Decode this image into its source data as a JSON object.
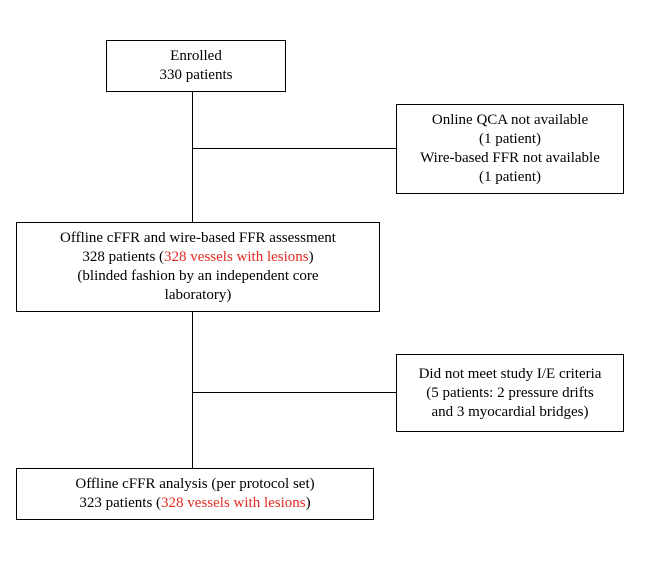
{
  "enrolled": {
    "line1": "Enrolled",
    "line2": "330 patients"
  },
  "exclusion1": {
    "line1": "Online QCA not available",
    "line2": "(1 patient)",
    "line3": "Wire-based FFR not available",
    "line4": "(1 patient)"
  },
  "assessment": {
    "line1": "Offline cFFR and wire-based FFR assessment",
    "line2_prefix": "328 patients (",
    "line2_red": "328 vessels with lesions",
    "line2_suffix": ")",
    "line3": "(blinded fashion by an independent core",
    "line4": "laboratory)"
  },
  "exclusion2": {
    "line1": "Did not meet study I/E criteria",
    "line2": "(5 patients: 2 pressure drifts",
    "line3": "and 3 myocardial bridges)"
  },
  "analysis": {
    "line1": "Offline cFFR analysis (per protocol set)",
    "line2_prefix": "323 patients (",
    "line2_red": "328 vessels with lesions",
    "line2_suffix": ")"
  },
  "colors": {
    "highlight": "#e32b22",
    "stroke": "#000000",
    "background": "#ffffff"
  }
}
